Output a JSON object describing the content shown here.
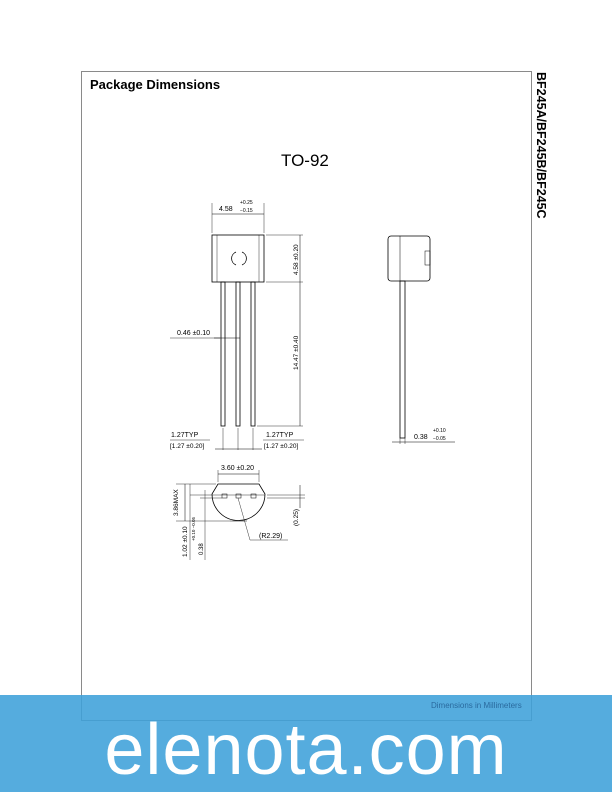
{
  "header": {
    "title": "Package Dimensions",
    "side_title": "BF245A/BF245B/BF245C"
  },
  "drawing": {
    "package": "TO-92",
    "dims": {
      "body_width": "4.58",
      "body_width_tol_plus": "+0.25",
      "body_width_tol_minus": "−0.15",
      "body_height": "4.58 ±0.20",
      "lead_width": "0.46 ±0.10",
      "lead_length": "14.47 ±0.40",
      "pitch_left": "1.27TYP",
      "pitch_left_tol": "[1.27 ±0.20]",
      "pitch_right": "1.27TYP",
      "pitch_right_tol": "[1.27 ±0.20]",
      "lead_thickness": "0.38",
      "lead_thickness_tol_plus": "+0.10",
      "lead_thickness_tol_minus": "−0.05",
      "flat_width": "3.60 ±0.20",
      "depth_max": "3.86MAX",
      "offset": "1.02 ±0.10",
      "lead_thk_bottom": "0.38",
      "lead_thk_bottom_tol": "+0.10 −0.05",
      "edge": "(0.25)",
      "radius": "(R2.29)"
    }
  },
  "footer": {
    "units_note": "Dimensions in Millimeters"
  },
  "watermark": {
    "text": "elenota.com",
    "color": "#52ade0"
  }
}
